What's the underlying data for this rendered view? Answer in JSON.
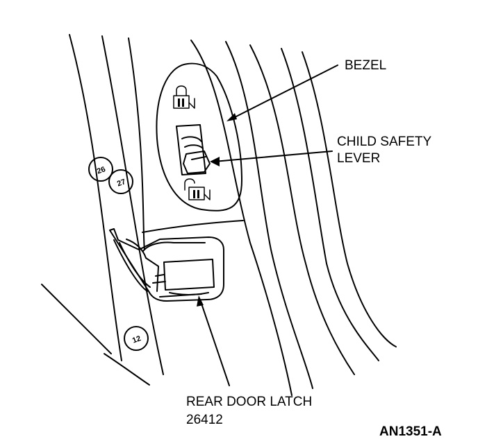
{
  "labels": {
    "bezel": "BEZEL",
    "child_safety_lever_line1": "CHILD SAFETY",
    "child_safety_lever_line2": "LEVER",
    "rear_door_latch_line1": "REAR DOOR LATCH",
    "rear_door_latch_line2": "26412",
    "figure_reference": "AN1351-A"
  },
  "badges": {
    "badge_upper_left": "26",
    "badge_upper_right": "27",
    "badge_lower": "12"
  },
  "icons": {
    "locked": "padlock-closed-icon",
    "unlocked": "padlock-open-icon"
  },
  "colors": {
    "ink": "#000000",
    "paper": "#ffffff"
  }
}
